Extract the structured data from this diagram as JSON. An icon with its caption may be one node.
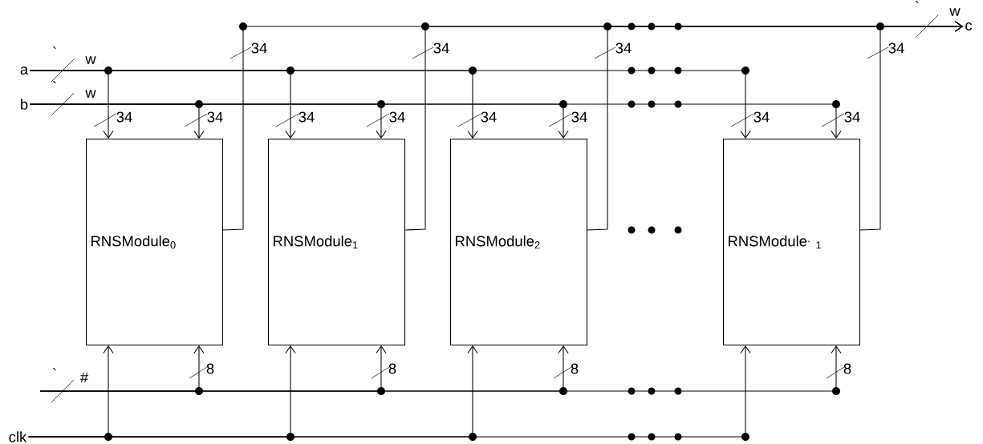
{
  "diagram": {
    "nodes": [
      {
        "text": [
          "a"
        ]
      },
      {
        "text": [
          "b"
        ]
      },
      {
        "text": [
          "RNSModule$_{0}$"
        ]
      },
      {
        "text": [
          "RNSModule$_{1}$"
        ]
      },
      {
        "text": [
          "RNSModule$_{2}$"
        ]
      },
      {
        "text": [
          "RNSModule$_{` 1}$"
        ]
      },
      {
        "text": [
          "clk"
        ]
      },
      {
        "text": [
          "c"
        ]
      }
    ],
    "edges": [
      {
        "from": 0,
        "to": 2,
        "arrow": "to",
        "label": "34"
      },
      {
        "from": 1,
        "to": 2,
        "arrow": "to",
        "label": "34"
      },
      {
        "from": null,
        "to": 2,
        "arrow": "to",
        "label": "8"
      },
      {
        "from": 6,
        "to": 2,
        "arrow": "to"
      },
      {
        "from": 2,
        "to": 7,
        "arrow": "to",
        "label": "34"
      },
      {
        "from": 0,
        "to": 3,
        "arrow": "to",
        "label": "34"
      },
      {
        "from": 1,
        "to": 3,
        "arrow": "to",
        "label": "34"
      },
      {
        "from": null,
        "to": 3,
        "arrow": "to",
        "label": "8"
      },
      {
        "from": 6,
        "to": 3,
        "arrow": "to"
      },
      {
        "from": 3,
        "to": 7,
        "arrow": "to",
        "label": "34"
      },
      {
        "from": 0,
        "to": 4,
        "arrow": "to",
        "label": "34"
      },
      {
        "from": 1,
        "to": 4,
        "arrow": "to",
        "label": "34"
      },
      {
        "from": null,
        "to": 4,
        "arrow": "to",
        "label": "8"
      },
      {
        "from": 6,
        "to": 4,
        "arrow": "to"
      },
      {
        "from": 4,
        "to": 7,
        "arrow": "to",
        "label": "34"
      },
      {
        "from": 0,
        "to": 5,
        "arrow": "to",
        "label": "34"
      },
      {
        "from": 1,
        "to": 5,
        "arrow": "to",
        "label": "34"
      },
      {
        "from": null,
        "to": 5,
        "arrow": "to",
        "label": "8"
      },
      {
        "from": 6,
        "to": 5,
        "arrow": "to"
      },
      {
        "from": 5,
        "to": 7,
        "arrow": "to",
        "label": "34"
      }
    ],
    "labels": [
      "`",
      "w",
      "`",
      "w",
      "`",
      "#",
      "`",
      "w"
    ]
  }
}
